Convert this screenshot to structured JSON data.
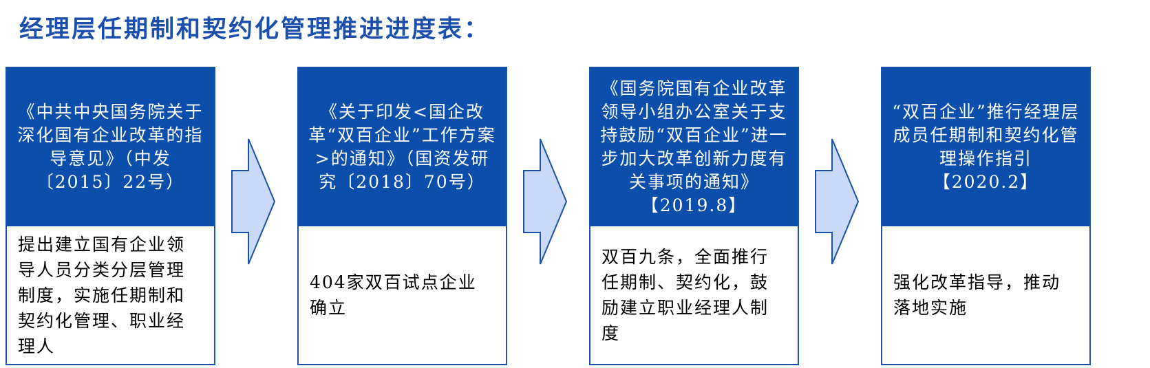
{
  "title": "经理层任期制和契约化管理推进进度表：",
  "steps": [
    {
      "head": "《中共中央国务院关于深化国有企业改革的指导意见》（中发〔2015〕22号）",
      "body": "提出建立国有企业领导人员分类分层管理制度，实施任期制和契约化管理、职业经理人"
    },
    {
      "head": "《关于印发<国企改革“双百企业”工作方案>的通知》（国资发研究〔2018〕70号）",
      "body": "404家双百试点企业确立"
    },
    {
      "head": "《国务院国有企业改革领导小组办公室关于支持鼓励“双百企业”进一步加大改革创新力度有关事项的通知》【2019.8】",
      "body": "双百九条，全面推行任期制、契约化，鼓励建立职业经理人制度"
    },
    {
      "head": "“双百企业”推行经理层成员任期制和契约化管理操作指引【2020.2】",
      "body": "强化改革指导，推动落地实施"
    }
  ],
  "colors": {
    "title": "#1a4fae",
    "header_fill": "#0b4eab",
    "border": "#1b50a8",
    "arrow_fill": "#c9daf8",
    "arrow_stroke": "#1b50a8"
  },
  "icons": {
    "connector": "right-arrow-icon"
  }
}
